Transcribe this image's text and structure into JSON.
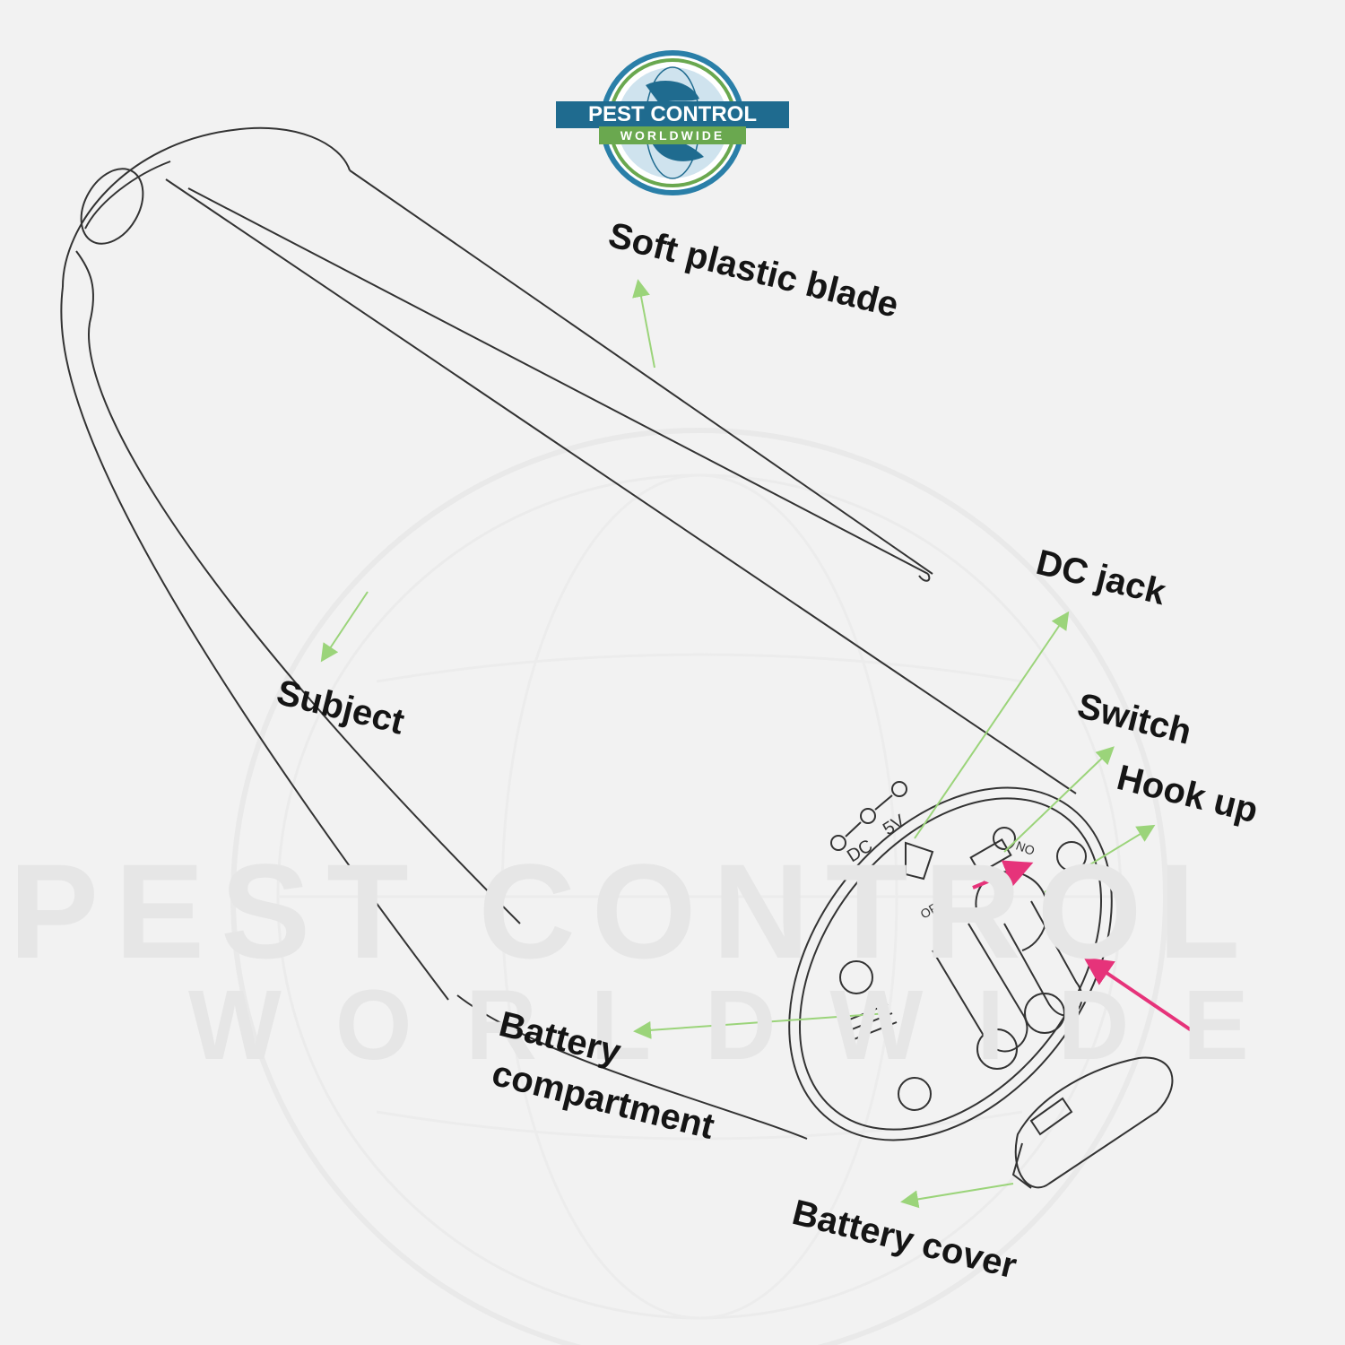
{
  "logo": {
    "line1": "PEST CONTROL",
    "line2": "WORLDWIDE",
    "colors": {
      "blue": "#1f6b8f",
      "green": "#6aa84f",
      "ring": "#2a7fa8"
    }
  },
  "watermark": {
    "line1": "PEST CONTROL",
    "line2": "WORLDWIDE"
  },
  "device_markings": {
    "dc": "DC",
    "voltage": "5V",
    "off": "OFF",
    "on": "ON"
  },
  "labels": {
    "soft_plastic_blade": "Soft plastic blade",
    "subject": "Subject",
    "dc_jack": "DC jack",
    "switch": "Switch",
    "hook_up": "Hook up",
    "battery_compartment_line1": "Battery",
    "battery_compartment_line2": "compartment",
    "battery_cover": "Battery cover"
  },
  "colors": {
    "leader_line": "#9bd47a",
    "accent_arrow": "#e6337a",
    "outline": "#333333"
  }
}
